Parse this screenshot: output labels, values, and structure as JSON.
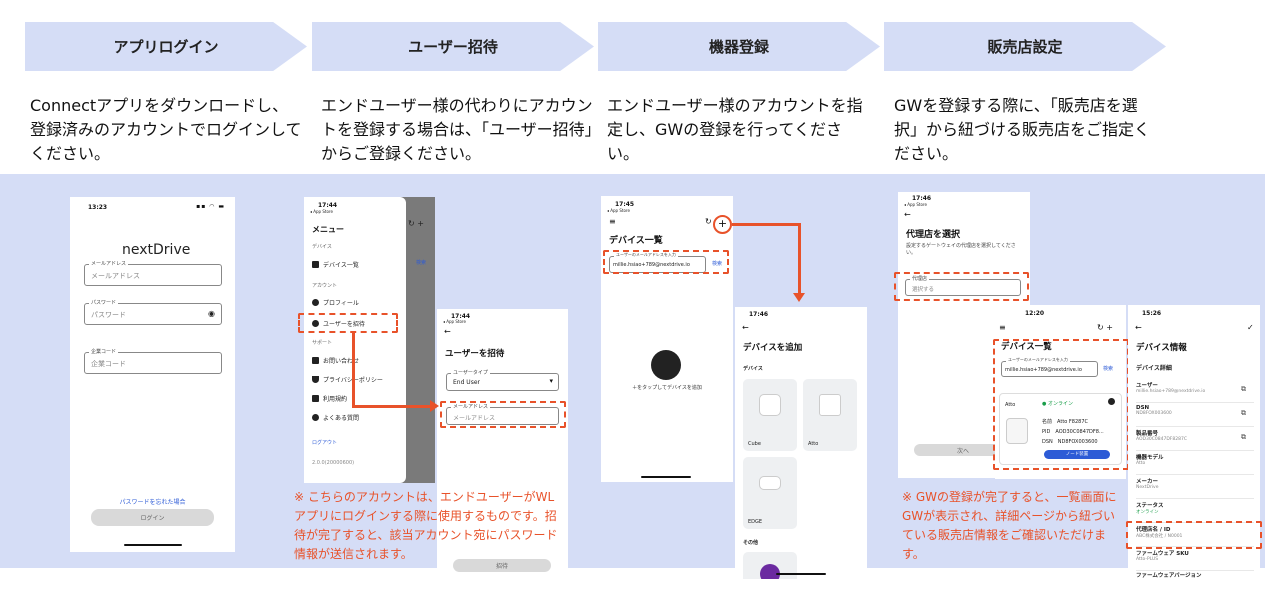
{
  "steps": [
    {
      "title": "アプリログイン",
      "desc": "Connectアプリをダウンロードし、登録済みのアカウントでログインしてください。"
    },
    {
      "title": "ユーザー招待",
      "desc": "エンドユーザー様の代わりにアカウントを登録する場合は、「ユーザー招待」からご登録ください。"
    },
    {
      "title": "機器登録",
      "desc": "エンドユーザー様のアカウントを指定し、GWの登録を行ってください。"
    },
    {
      "title": "販売店設定",
      "desc": "GWを登録する際に、「販売店を選択」から紐づける販売店をご指定ください。"
    }
  ],
  "login": {
    "time": "13:23",
    "brand": "nextDrive",
    "email_label": "メールアドレス",
    "email_ph": "メールアドレス",
    "pw_label": "パスワード",
    "pw_ph": "パスワード",
    "code_label": "企業コード",
    "code_ph": "企業コード",
    "forgot": "パスワードを忘れた場合",
    "login_btn": "ログイン"
  },
  "menu": {
    "time": "17:44",
    "back": "◂ App Store",
    "title": "メニュー",
    "sec_device": "デバイス",
    "device_list": "デバイス一覧",
    "sec_account": "アカウント",
    "profile": "プロフィール",
    "invite": "ユーザーを招待",
    "sec_support": "サポート",
    "contact": "お問い合わせ",
    "privacy": "プライバシーポリシー",
    "terms": "利用規約",
    "faq": "よくある質問",
    "logout": "ログアウト",
    "version": "2.0.0(20000600)",
    "side_search": "検索"
  },
  "invite": {
    "time": "17:44",
    "back": "◂ App Store",
    "title": "ユーザーを招待",
    "type_label": "ユーザータイプ",
    "type_value": "End User",
    "email_label": "メールアドレス",
    "email_ph": "メールアドレス",
    "btn": "招待"
  },
  "invite_note": "※ こちらのアカウントは、エンドユーザーがWLアプリにログインする際に使用するものです。招待が完了すると、該当アカウント宛にパスワード情報が送信されます。",
  "devlist": {
    "time": "17:45",
    "back": "◂ App Store",
    "title": "デバイス一覧",
    "search_label": "ユーザーのメールアドレスを入力",
    "search_value": "millie.hsiao+789@nextdrive.io",
    "search_btn": "検索",
    "empty": "＋をタップしてデバイスを追加"
  },
  "adddev": {
    "time": "17:46",
    "title": "デバイスを追加",
    "sec_device": "デバイス",
    "tiles": [
      "Cube",
      "Atto",
      "EDGE"
    ],
    "sec_other": "その他"
  },
  "dealer": {
    "time": "17:46",
    "back": "◂ App Store",
    "title": "代理店を選択",
    "desc": "設定するゲートウェイの代理店を選択してください。",
    "field_label": "代理店",
    "field_value": "選択する",
    "next": "次へ"
  },
  "devlist2": {
    "time": "12:20",
    "title": "デバイス一覧",
    "search_label": "ユーザーのメールアドレスを入力",
    "search_value": "millie.hsiao+789@nextdrive.io",
    "search_btn": "検索",
    "status": "● オンライン",
    "name_k": "名前",
    "name_v": "Atto F8287C",
    "pid_k": "PID",
    "pid_v": "AOD30C0847DF8...",
    "dsn_k": "DSN",
    "dsn_v": "ND8FOX003600",
    "node_btn": "ノード装置",
    "card_title": "Atto"
  },
  "info": {
    "time": "15:26",
    "title": "デバイス情報",
    "sub": "デバイス詳細",
    "rows": [
      {
        "k": "ユーザー",
        "v": "millie.hsiao+789@nextdrive.io"
      },
      {
        "k": "DSN",
        "v": "ND8FOX003600"
      },
      {
        "k": "製品番号",
        "v": "AOD30C0847DF8287C"
      },
      {
        "k": "機器モデル",
        "v": "Atto"
      },
      {
        "k": "メーカー",
        "v": "NextDrive"
      },
      {
        "k": "ステータス",
        "v": "オンライン"
      },
      {
        "k": "代理店名 / ID",
        "v": "ABC株式会社 / N0001"
      },
      {
        "k": "ファームウェア SKU",
        "v": "Atto-PLUS"
      },
      {
        "k": "ファームウェアバージョン",
        "v": ""
      }
    ]
  },
  "gw_note": "※ GWの登録が完了すると、一覧画面にGWが表示され、詳細ページから紐づいている販売店情報をご確認いただけます。",
  "colors": {
    "band": "#d5ddf6",
    "accent": "#e8522a",
    "blue": "#2d5bd6"
  }
}
